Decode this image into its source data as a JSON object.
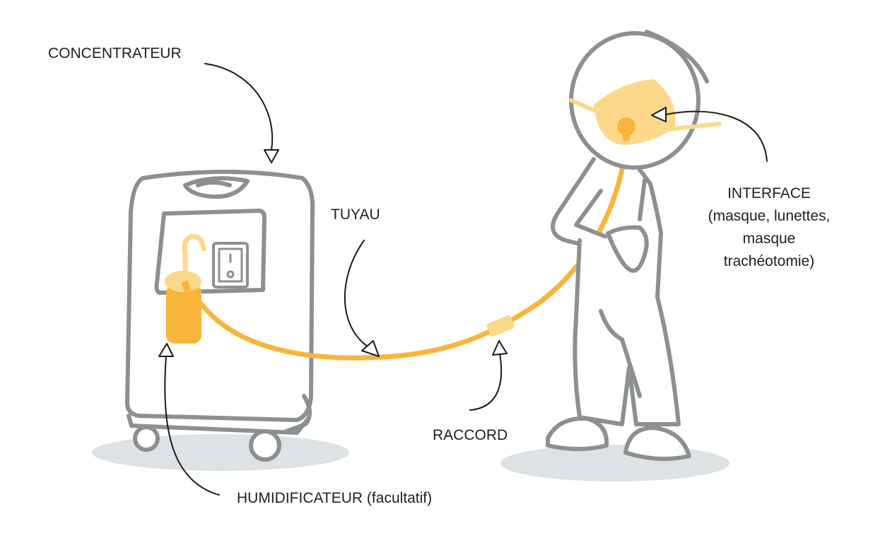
{
  "labels": {
    "concentrateur": "CONCENTRATEUR",
    "tuyau": "TUYAU",
    "raccord": "RACCORD",
    "humidificateur": "HUMIDIFICATEUR (facultatif)",
    "interface": [
      "INTERFACE",
      "(masque, lunettes,",
      "masque",
      "trachéotomie)"
    ]
  },
  "switch": {
    "on_symbol": "I"
  },
  "colors": {
    "outline": "#8c9091",
    "tube": "#f9b53b",
    "accent_light": "#fcd98a",
    "shadow": "#dde2e5",
    "text": "#1f1f1f"
  }
}
